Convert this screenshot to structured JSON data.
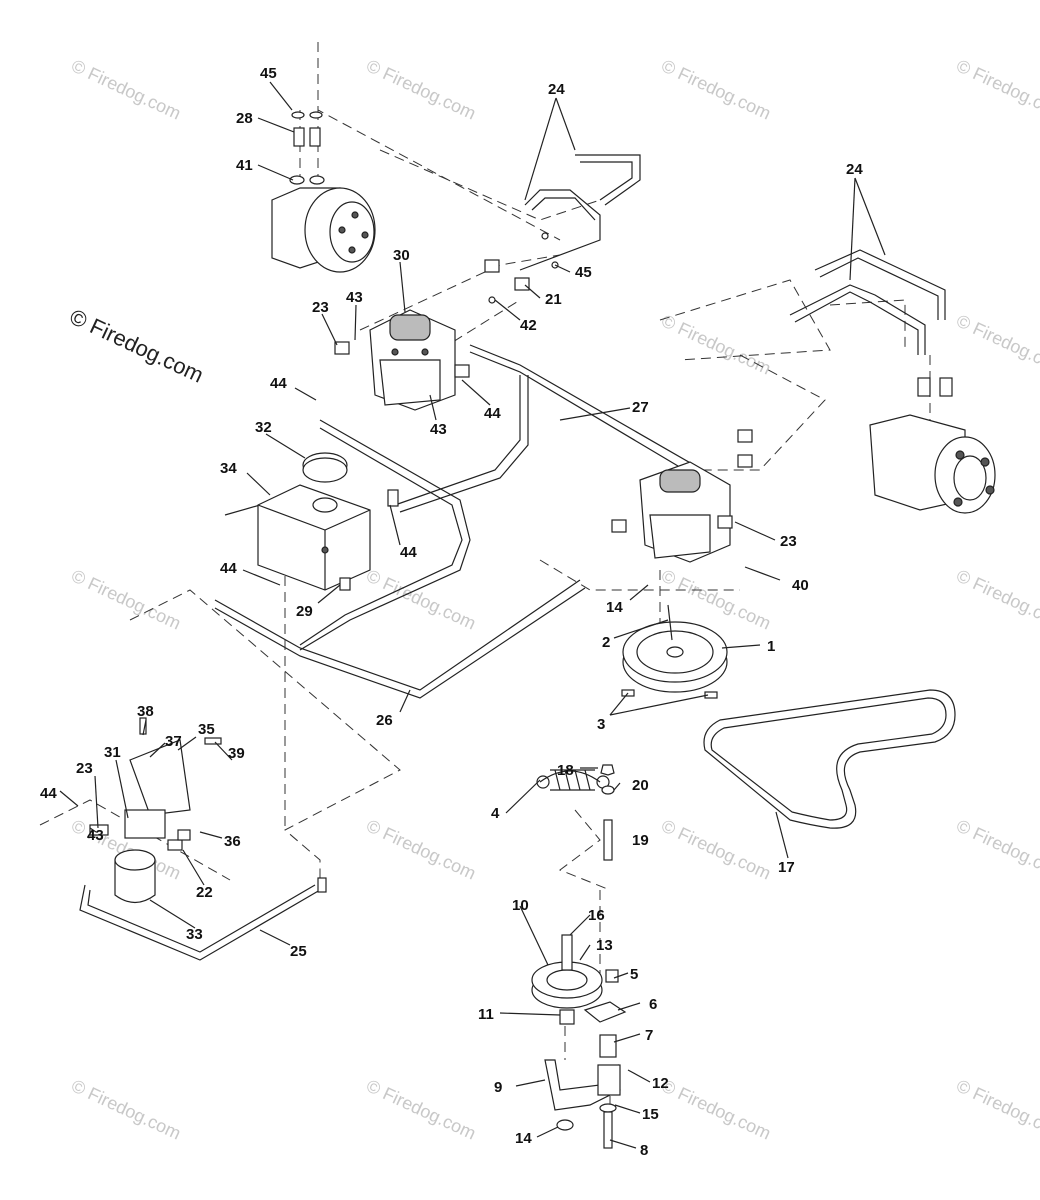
{
  "watermark": {
    "text": "© Firedog.com",
    "main_text": "© Firedog.com"
  },
  "callouts": [
    {
      "id": "c45a",
      "text": "45"
    },
    {
      "id": "c28",
      "text": "28"
    },
    {
      "id": "c41",
      "text": "41"
    },
    {
      "id": "c24a",
      "text": "24"
    },
    {
      "id": "c24b",
      "text": "24"
    },
    {
      "id": "c30",
      "text": "30"
    },
    {
      "id": "c23a",
      "text": "23"
    },
    {
      "id": "c43a",
      "text": "43"
    },
    {
      "id": "c45b",
      "text": "45"
    },
    {
      "id": "c21",
      "text": "21"
    },
    {
      "id": "c42",
      "text": "42"
    },
    {
      "id": "c44a",
      "text": "44"
    },
    {
      "id": "c43b",
      "text": "43"
    },
    {
      "id": "c44b",
      "text": "44"
    },
    {
      "id": "c27",
      "text": "27"
    },
    {
      "id": "c32",
      "text": "32"
    },
    {
      "id": "c34",
      "text": "34"
    },
    {
      "id": "c44c",
      "text": "44"
    },
    {
      "id": "c23b",
      "text": "23"
    },
    {
      "id": "c40",
      "text": "40"
    },
    {
      "id": "c44d",
      "text": "44"
    },
    {
      "id": "c29",
      "text": "29"
    },
    {
      "id": "c14a",
      "text": "14"
    },
    {
      "id": "c2",
      "text": "2"
    },
    {
      "id": "c1",
      "text": "1"
    },
    {
      "id": "c26",
      "text": "26"
    },
    {
      "id": "c3",
      "text": "3"
    },
    {
      "id": "c38",
      "text": "38"
    },
    {
      "id": "c37",
      "text": "37"
    },
    {
      "id": "c35",
      "text": "35"
    },
    {
      "id": "c31",
      "text": "31"
    },
    {
      "id": "c39",
      "text": "39"
    },
    {
      "id": "c23c",
      "text": "23"
    },
    {
      "id": "c44e",
      "text": "44"
    },
    {
      "id": "c43c",
      "text": "43"
    },
    {
      "id": "c36",
      "text": "36"
    },
    {
      "id": "c22",
      "text": "22"
    },
    {
      "id": "c33",
      "text": "33"
    },
    {
      "id": "c25",
      "text": "25"
    },
    {
      "id": "c18",
      "text": "18"
    },
    {
      "id": "c20",
      "text": "20"
    },
    {
      "id": "c4",
      "text": "4"
    },
    {
      "id": "c19",
      "text": "19"
    },
    {
      "id": "c17",
      "text": "17"
    },
    {
      "id": "c10",
      "text": "10"
    },
    {
      "id": "c16",
      "text": "16"
    },
    {
      "id": "c13",
      "text": "13"
    },
    {
      "id": "c5",
      "text": "5"
    },
    {
      "id": "c6",
      "text": "6"
    },
    {
      "id": "c11",
      "text": "11"
    },
    {
      "id": "c7",
      "text": "7"
    },
    {
      "id": "c9",
      "text": "9"
    },
    {
      "id": "c12",
      "text": "12"
    },
    {
      "id": "c15",
      "text": "15"
    },
    {
      "id": "c14b",
      "text": "14"
    },
    {
      "id": "c8",
      "text": "8"
    }
  ]
}
